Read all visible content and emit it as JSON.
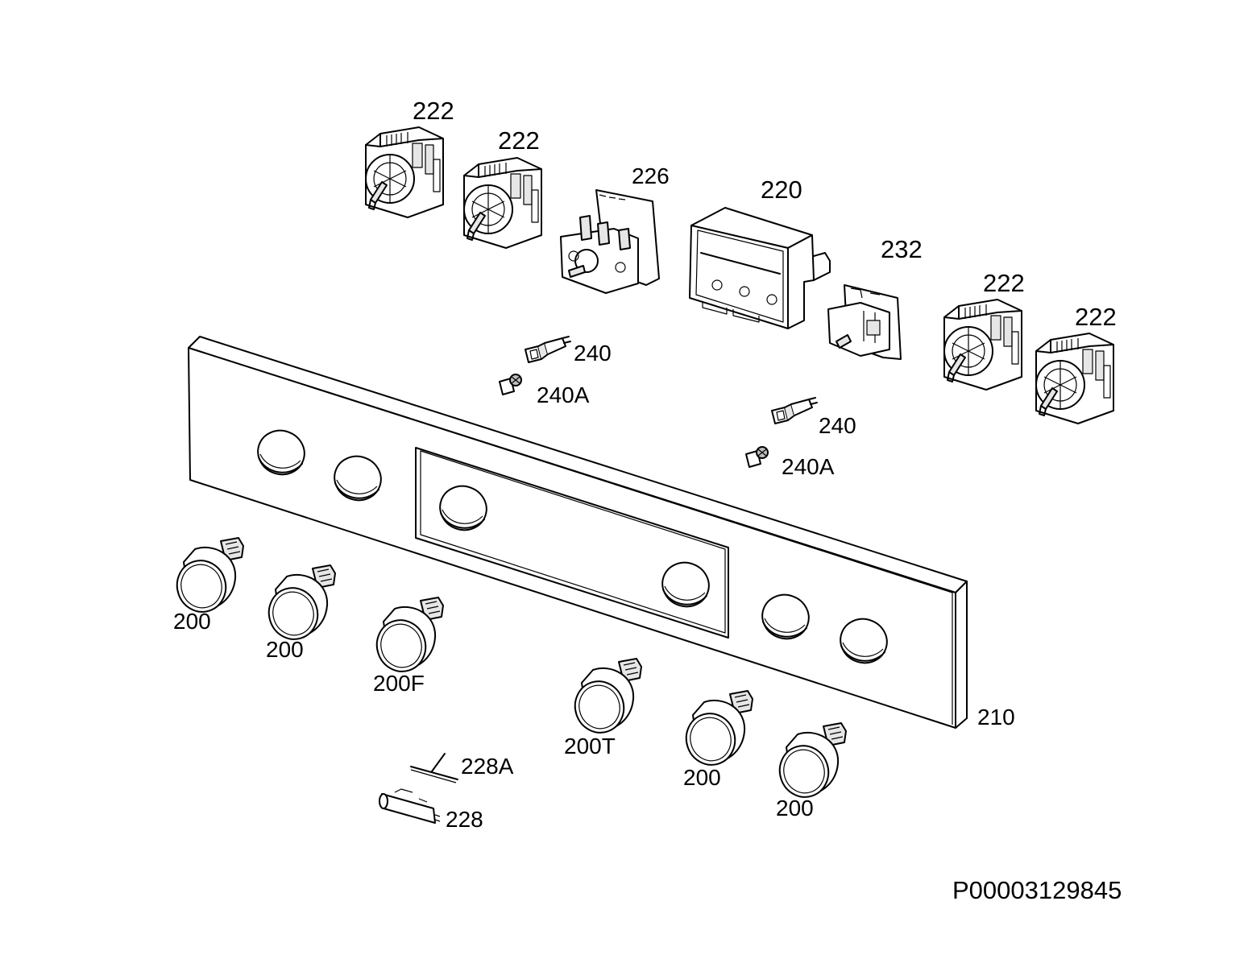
{
  "diagram": {
    "drawing_code": "P00003129845",
    "part_labels": {
      "sw_222_a": "222",
      "sw_222_b": "222",
      "sw_226": "226",
      "box_220": "220",
      "sw_232": "232",
      "sw_222_c": "222",
      "sw_222_d": "222",
      "lamp_240_a": "240",
      "lamp_240a_a": "240A",
      "lamp_240_b": "240",
      "lamp_240a_b": "240A",
      "panel_210": "210",
      "knob_200_a": "200",
      "knob_200_b": "200",
      "knob_200f": "200F",
      "knob_200t": "200T",
      "knob_200_c": "200",
      "knob_200_d": "200",
      "clip_228a": "228A",
      "clip_228": "228"
    }
  }
}
